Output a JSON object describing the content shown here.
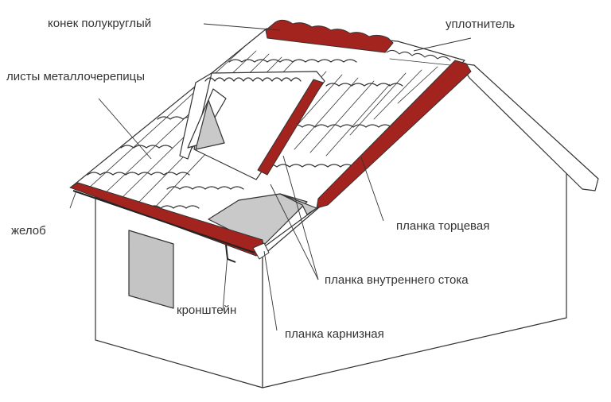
{
  "labels": {
    "ridge": "конек полукруглый",
    "sealant": "уплотнитель",
    "sheets": "листы металлочерепицы",
    "gutter": "желоб",
    "end_strip": "планка торцевая",
    "valley_strip": "планка внутреннего стока",
    "bracket": "кронштейн",
    "eave_strip": "планка карнизная"
  },
  "colors": {
    "trim": "#a3231f",
    "outline": "#333333",
    "wall": "#ffffff",
    "membrane": "#c9c9c9",
    "window": "#c4c4c4"
  }
}
